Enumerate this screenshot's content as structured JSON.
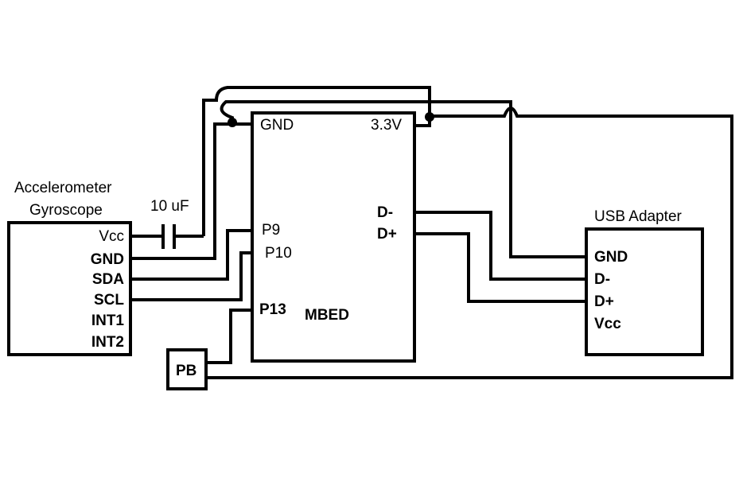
{
  "accelerometer": {
    "title_line1": "Accelerometer",
    "title_line2": "Gyroscope",
    "pins": [
      "Vcc",
      "GND",
      "SDA",
      "SCL",
      "INT1",
      "INT2"
    ]
  },
  "capacitor": {
    "label": "10 uF"
  },
  "mbed": {
    "name": "MBED",
    "gnd": "GND",
    "v33": "3.3V",
    "p9": "P9",
    "p10": "P10",
    "p13": "P13",
    "dminus": "D-",
    "dplus": "D+"
  },
  "usb": {
    "title": "USB Adapter",
    "pins": [
      "GND",
      "D-",
      "D+",
      "Vcc"
    ]
  },
  "pushbutton": {
    "label": "PB"
  }
}
